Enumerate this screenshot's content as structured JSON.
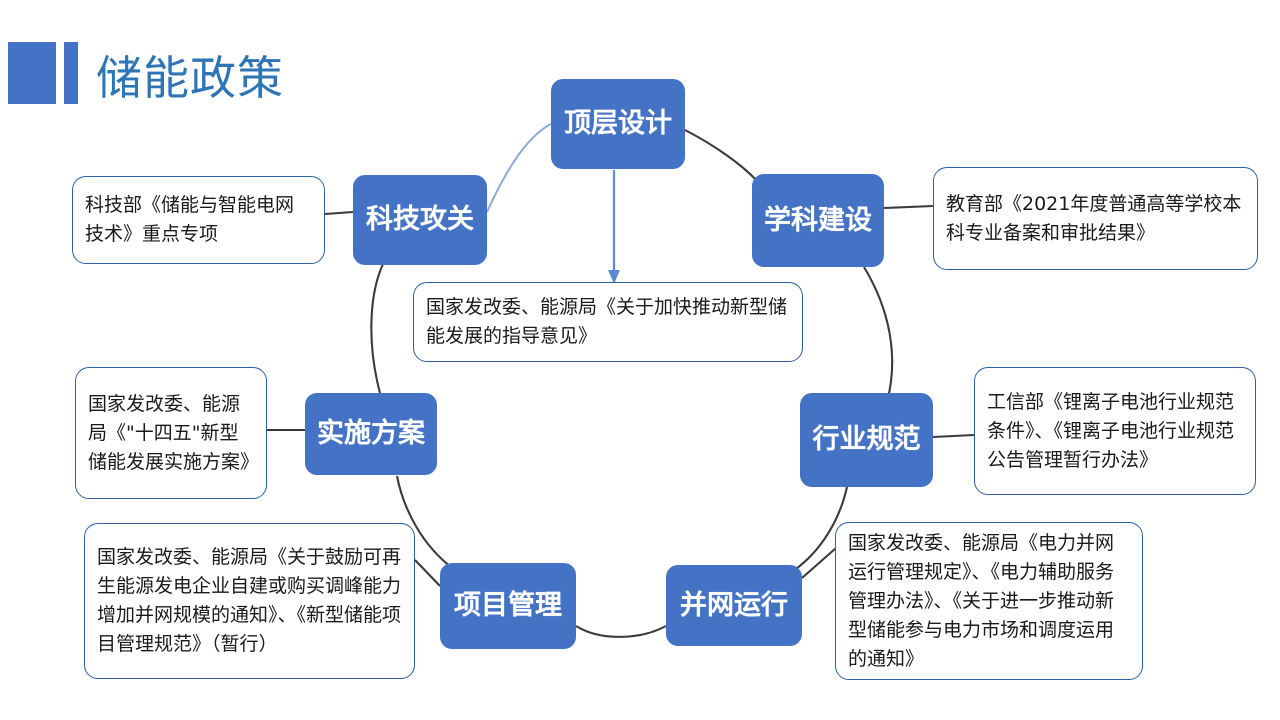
{
  "slide": {
    "title": "储能政策",
    "accent_color": "#4472C4",
    "title_color": "#2E75B6",
    "background": "#ffffff"
  },
  "diagram": {
    "type": "cycle",
    "node_fill": "#4472C4",
    "node_text_color": "#ffffff",
    "ring_line_color": "#3B3B3B",
    "arrow_color": "#4472C4",
    "note_border_color": "#2E5FA3",
    "nodes": [
      {
        "id": "top-level-design",
        "label": "顶层设计"
      },
      {
        "id": "discipline-building",
        "label": "学科建设"
      },
      {
        "id": "industry-standard",
        "label": "行业规范"
      },
      {
        "id": "grid-operation",
        "label": "并网运行"
      },
      {
        "id": "project-management",
        "label": "项目管理"
      },
      {
        "id": "implementation-plan",
        "label": "实施方案"
      },
      {
        "id": "tech-research",
        "label": "科技攻关"
      }
    ],
    "notes": [
      {
        "id": "note-tech-research",
        "for": "科技攻关",
        "text": "科技部《储能与智能电网技术》重点专项"
      },
      {
        "id": "note-discipline",
        "for": "学科建设",
        "text": "教育部《2021年度普通高等学校本科专业备案和审批结果》"
      },
      {
        "id": "note-top-level-design",
        "for": "顶层设计",
        "text": "国家发改委、能源局《关于加快推动新型储能发展的指导意见》"
      },
      {
        "id": "note-implementation",
        "for": "实施方案",
        "text": "国家发改委、能源局《\"十四五\"新型储能发展实施方案》"
      },
      {
        "id": "note-industry-standard",
        "for": "行业规范",
        "text": "工信部《锂离子电池行业规范条件》、《锂离子电池行业规范公告管理暂行办法》"
      },
      {
        "id": "note-project-management",
        "for": "项目管理",
        "text": "国家发改委、能源局《关于鼓励可再生能源发电企业自建或购买调峰能力增加并网规模的通知》、《新型储能项目管理规范》（暂行）"
      },
      {
        "id": "note-grid-operation",
        "for": "并网运行",
        "text": "国家发改委、能源局《电力并网运行管理规定》、《电力辅助服务管理办法》、《关于进一步推动新型储能参与电力市场和调度运用的通知》"
      }
    ]
  }
}
